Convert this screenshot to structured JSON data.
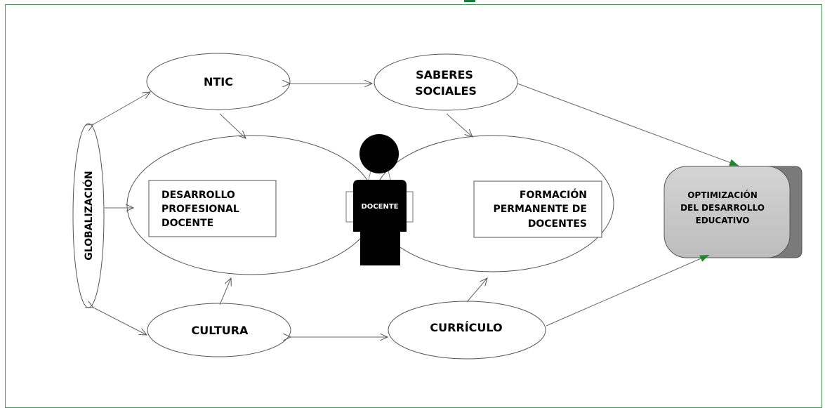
{
  "nodes": {
    "ntic": "NTIC",
    "saberes_line1": "SABERES",
    "saberes_line2": "SOCIALES",
    "globalizacion": "GLOBALIZACIÓN",
    "cultura": "CULTURA",
    "curriculo": "CURRÍCULO",
    "desarrollo_line1": "DESARROLLO",
    "desarrollo_line2": "PROFESIONAL",
    "desarrollo_line3": "DOCENTE",
    "formacion_line1": "FORMACIÓN",
    "formacion_line2": "PERMANENTE DE",
    "formacion_line3": "DOCENTES",
    "docente": "DOCENTE",
    "optim_line1": "OPTIMIZACIÓN",
    "optim_line2": "DEL DESARROLLO",
    "optim_line3": "EDUCATIVO"
  },
  "colors": {
    "frame": "#4c9a5a",
    "arrow_green": "#1a8a2a",
    "cylinder_face": "#c8c8c8",
    "cylinder_side": "#7a7a7a",
    "figure": "#000000"
  }
}
